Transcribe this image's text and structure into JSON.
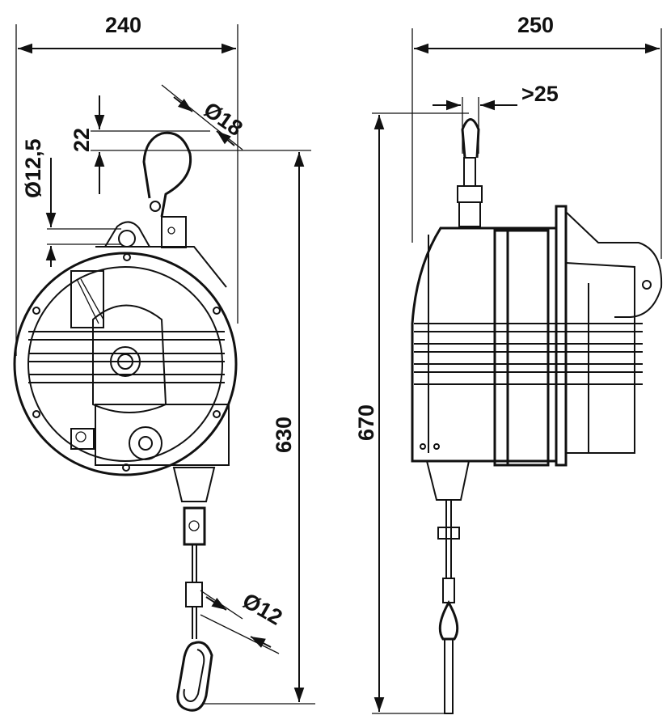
{
  "drawing": {
    "dims": {
      "width_front": "240",
      "width_side": "250",
      "hook_opening": "Ø18",
      "hook_height": "22",
      "top_bore": "Ø12,5",
      "clearance": ">25",
      "cable_dia": "Ø12",
      "height_front": "630",
      "height_side": "670"
    },
    "colors": {
      "ink": "#111111",
      "paper": "#ffffff"
    }
  }
}
